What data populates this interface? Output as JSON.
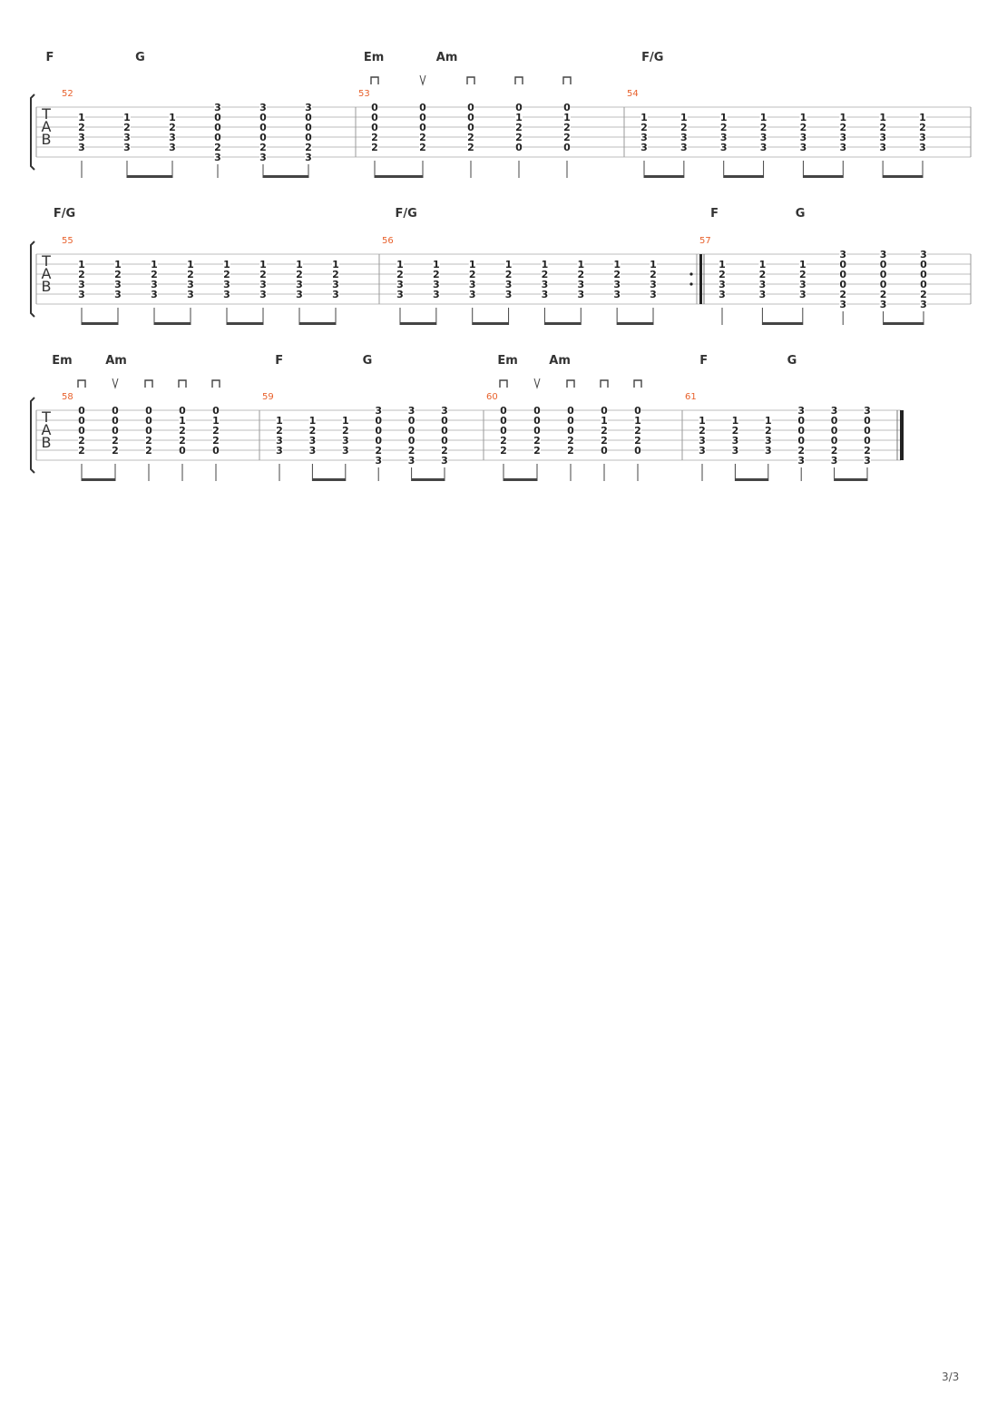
{
  "page": {
    "number": "3/3"
  },
  "clef_letters": [
    "T",
    "A",
    "B"
  ],
  "systems": [
    {
      "measures": [
        {
          "number": "52",
          "chords": [
            {
              "name": "F",
              "beat": 0.03
            },
            {
              "name": "G",
              "beat": 0.31
            }
          ],
          "beats": [
            {
              "frets": [
                "1",
                "2",
                "3",
                "3"
              ],
              "top": 1
            },
            {
              "frets": [
                "1",
                "2",
                "3",
                "3"
              ],
              "top": 1
            },
            {
              "frets": [
                "1",
                "2",
                "3",
                "3"
              ],
              "top": 1
            },
            {
              "frets": [
                "3",
                "0",
                "0",
                "0",
                "2",
                "3"
              ],
              "top": 0
            },
            {
              "frets": [
                "3",
                "0",
                "0",
                "0",
                "2",
                "3"
              ],
              "top": 0
            },
            {
              "frets": [
                "3",
                "0",
                "0",
                "0",
                "2",
                "3"
              ],
              "top": 0
            }
          ],
          "beams": [
            [
              1,
              2
            ],
            [
              4,
              5
            ]
          ]
        },
        {
          "number": "53",
          "chords": [
            {
              "name": "Em",
              "beat": 0.03
            },
            {
              "name": "Am",
              "beat": 0.3
            }
          ],
          "strums": [
            "down",
            "up",
            "down",
            "down",
            "down"
          ],
          "beats": [
            {
              "frets": [
                "0",
                "0",
                "0",
                "2",
                "2"
              ],
              "top": 0
            },
            {
              "frets": [
                "0",
                "0",
                "0",
                "2",
                "2"
              ],
              "top": 0
            },
            {
              "frets": [
                "0",
                "0",
                "0",
                "2",
                "2"
              ],
              "top": 0
            },
            {
              "frets": [
                "0",
                "1",
                "2",
                "2",
                "0"
              ],
              "top": 0
            },
            {
              "frets": [
                "0",
                "1",
                "2",
                "2",
                "0"
              ],
              "top": 0
            }
          ],
          "beams": [
            [
              0,
              1
            ]
          ]
        },
        {
          "number": "54",
          "chords": [
            {
              "name": "F/G",
              "beat": 0.05
            }
          ],
          "beats": [
            {
              "frets": [
                "1",
                "2",
                "3",
                "3"
              ],
              "top": 1
            },
            {
              "frets": [
                "1",
                "2",
                "3",
                "3"
              ],
              "top": 1
            },
            {
              "frets": [
                "1",
                "2",
                "3",
                "3"
              ],
              "top": 1
            },
            {
              "frets": [
                "1",
                "2",
                "3",
                "3"
              ],
              "top": 1
            },
            {
              "frets": [
                "1",
                "2",
                "3",
                "3"
              ],
              "top": 1
            },
            {
              "frets": [
                "1",
                "2",
                "3",
                "3"
              ],
              "top": 1
            },
            {
              "frets": [
                "1",
                "2",
                "3",
                "3"
              ],
              "top": 1
            },
            {
              "frets": [
                "1",
                "2",
                "3",
                "3"
              ],
              "top": 1
            }
          ],
          "beams": [
            [
              0,
              1
            ],
            [
              2,
              3
            ],
            [
              4,
              5
            ],
            [
              6,
              7
            ]
          ]
        }
      ]
    },
    {
      "measures": [
        {
          "number": "55",
          "chords": [
            {
              "name": "F/G",
              "beat": 0.05
            }
          ],
          "beats": [
            {
              "frets": [
                "1",
                "2",
                "3",
                "3"
              ],
              "top": 1
            },
            {
              "frets": [
                "1",
                "2",
                "3",
                "3"
              ],
              "top": 1
            },
            {
              "frets": [
                "1",
                "2",
                "3",
                "3"
              ],
              "top": 1
            },
            {
              "frets": [
                "1",
                "2",
                "3",
                "3"
              ],
              "top": 1
            },
            {
              "frets": [
                "1",
                "2",
                "3",
                "3"
              ],
              "top": 1
            },
            {
              "frets": [
                "1",
                "2",
                "3",
                "3"
              ],
              "top": 1
            },
            {
              "frets": [
                "1",
                "2",
                "3",
                "3"
              ],
              "top": 1
            },
            {
              "frets": [
                "1",
                "2",
                "3",
                "3"
              ],
              "top": 1
            }
          ],
          "beams": [
            [
              0,
              1
            ],
            [
              2,
              3
            ],
            [
              4,
              5
            ],
            [
              6,
              7
            ]
          ]
        },
        {
          "number": "56",
          "chords": [
            {
              "name": "F/G",
              "beat": 0.05
            }
          ],
          "repeat_end": true,
          "beats": [
            {
              "frets": [
                "1",
                "2",
                "3",
                "3"
              ],
              "top": 1
            },
            {
              "frets": [
                "1",
                "2",
                "3",
                "3"
              ],
              "top": 1
            },
            {
              "frets": [
                "1",
                "2",
                "3",
                "3"
              ],
              "top": 1
            },
            {
              "frets": [
                "1",
                "2",
                "3",
                "3"
              ],
              "top": 1
            },
            {
              "frets": [
                "1",
                "2",
                "3",
                "3"
              ],
              "top": 1
            },
            {
              "frets": [
                "1",
                "2",
                "3",
                "3"
              ],
              "top": 1
            },
            {
              "frets": [
                "1",
                "2",
                "3",
                "3"
              ],
              "top": 1
            },
            {
              "frets": [
                "1",
                "2",
                "3",
                "3"
              ],
              "top": 1
            }
          ],
          "beams": [
            [
              0,
              1
            ],
            [
              2,
              3
            ],
            [
              4,
              5
            ],
            [
              6,
              7
            ]
          ]
        },
        {
          "number": "57",
          "chords": [
            {
              "name": "F",
              "beat": 0.05
            },
            {
              "name": "G",
              "beat": 0.36
            }
          ],
          "repeat_start": true,
          "beats": [
            {
              "frets": [
                "1",
                "2",
                "3",
                "3"
              ],
              "top": 1
            },
            {
              "frets": [
                "1",
                "2",
                "3",
                "3"
              ],
              "top": 1
            },
            {
              "frets": [
                "1",
                "2",
                "3",
                "3"
              ],
              "top": 1
            },
            {
              "frets": [
                "3",
                "0",
                "0",
                "0",
                "2",
                "3"
              ],
              "top": 0
            },
            {
              "frets": [
                "3",
                "0",
                "0",
                "0",
                "2",
                "3"
              ],
              "top": 0
            },
            {
              "frets": [
                "3",
                "0",
                "0",
                "0",
                "2",
                "3"
              ],
              "top": 0
            }
          ],
          "beams": [
            [
              1,
              2
            ],
            [
              4,
              5
            ]
          ]
        }
      ]
    },
    {
      "measures": [
        {
          "number": "58",
          "chords": [
            {
              "name": "Em",
              "beat": 0.07
            },
            {
              "name": "Am",
              "beat": 0.31
            }
          ],
          "strums": [
            "down",
            "up",
            "down",
            "down",
            "down"
          ],
          "beats": [
            {
              "frets": [
                "0",
                "0",
                "0",
                "2",
                "2"
              ],
              "top": 0
            },
            {
              "frets": [
                "0",
                "0",
                "0",
                "2",
                "2"
              ],
              "top": 0
            },
            {
              "frets": [
                "0",
                "0",
                "0",
                "2",
                "2"
              ],
              "top": 0
            },
            {
              "frets": [
                "0",
                "1",
                "2",
                "2",
                "0"
              ],
              "top": 0
            },
            {
              "frets": [
                "0",
                "1",
                "2",
                "2",
                "0"
              ],
              "top": 0
            }
          ],
          "beams": [
            [
              0,
              1
            ]
          ]
        },
        {
          "number": "59",
          "chords": [
            {
              "name": "F",
              "beat": 0.07
            },
            {
              "name": "G",
              "beat": 0.46
            }
          ],
          "beats": [
            {
              "frets": [
                "1",
                "2",
                "3",
                "3"
              ],
              "top": 1
            },
            {
              "frets": [
                "1",
                "2",
                "3",
                "3"
              ],
              "top": 1
            },
            {
              "frets": [
                "1",
                "2",
                "3",
                "3"
              ],
              "top": 1
            },
            {
              "frets": [
                "3",
                "0",
                "0",
                "0",
                "2",
                "3"
              ],
              "top": 0
            },
            {
              "frets": [
                "3",
                "0",
                "0",
                "0",
                "2",
                "3"
              ],
              "top": 0
            },
            {
              "frets": [
                "3",
                "0",
                "0",
                "0",
                "2",
                "3"
              ],
              "top": 0
            }
          ],
          "beams": [
            [
              1,
              2
            ],
            [
              4,
              5
            ]
          ]
        },
        {
          "number": "60",
          "chords": [
            {
              "name": "Em",
              "beat": 0.07
            },
            {
              "name": "Am",
              "beat": 0.33
            }
          ],
          "strums": [
            "down",
            "up",
            "down",
            "down",
            "down"
          ],
          "beats": [
            {
              "frets": [
                "0",
                "0",
                "0",
                "2",
                "2"
              ],
              "top": 0
            },
            {
              "frets": [
                "0",
                "0",
                "0",
                "2",
                "2"
              ],
              "top": 0
            },
            {
              "frets": [
                "0",
                "0",
                "0",
                "2",
                "2"
              ],
              "top": 0
            },
            {
              "frets": [
                "0",
                "1",
                "2",
                "2",
                "0"
              ],
              "top": 0
            },
            {
              "frets": [
                "0",
                "1",
                "2",
                "2",
                "0"
              ],
              "top": 0
            }
          ],
          "beams": [
            [
              0,
              1
            ]
          ]
        },
        {
          "number": "61",
          "chords": [
            {
              "name": "F",
              "beat": 0.08
            },
            {
              "name": "G",
              "beat": 0.48
            }
          ],
          "final_bar": true,
          "beats": [
            {
              "frets": [
                "1",
                "2",
                "3",
                "3"
              ],
              "top": 1
            },
            {
              "frets": [
                "1",
                "2",
                "3",
                "3"
              ],
              "top": 1
            },
            {
              "frets": [
                "1",
                "2",
                "3",
                "3"
              ],
              "top": 1
            },
            {
              "frets": [
                "3",
                "0",
                "0",
                "0",
                "2",
                "3"
              ],
              "top": 0
            },
            {
              "frets": [
                "3",
                "0",
                "0",
                "0",
                "2",
                "3"
              ],
              "top": 0
            },
            {
              "frets": [
                "3",
                "0",
                "0",
                "0",
                "2",
                "3"
              ],
              "top": 0
            }
          ],
          "beams": [
            [
              1,
              2
            ],
            [
              4,
              5
            ]
          ]
        }
      ]
    }
  ]
}
